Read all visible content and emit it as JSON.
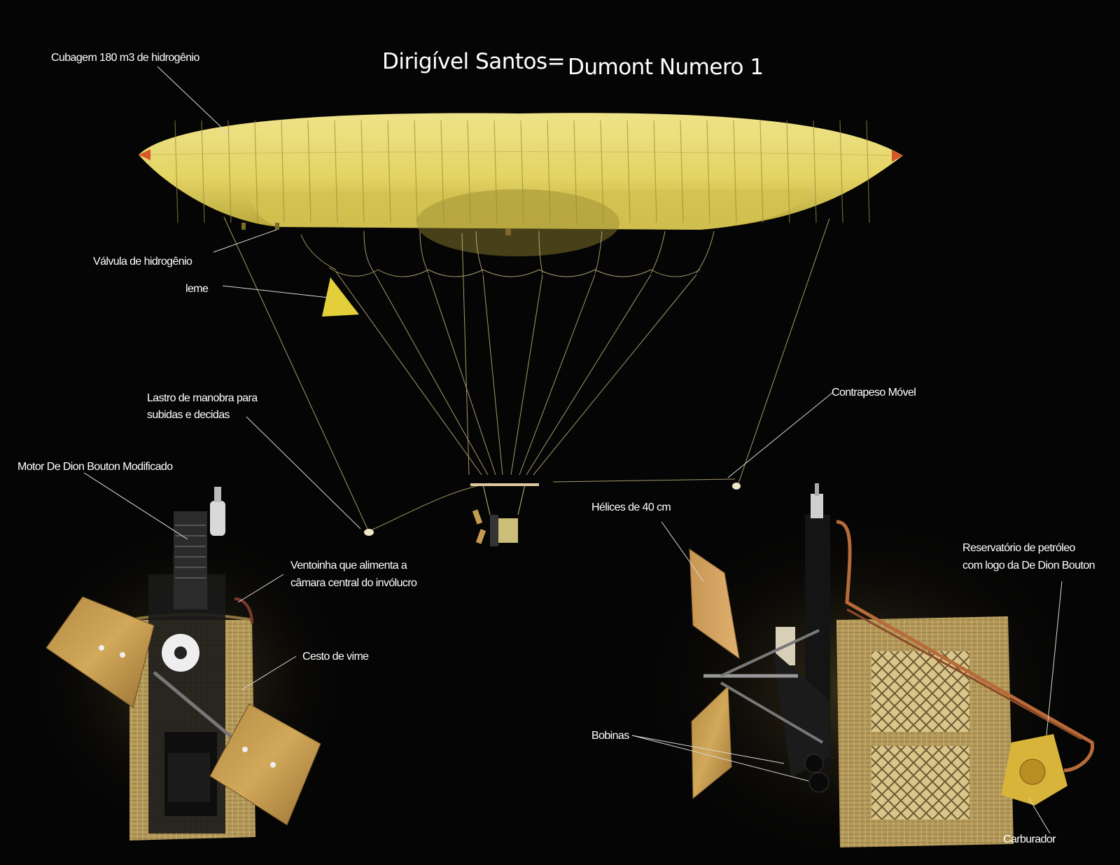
{
  "title": {
    "part1": "Dirigível Santos=",
    "part2": "Dumont Numero 1"
  },
  "labels": {
    "cubagem": "Cubagem 180 m3 de hidrogênio",
    "valvula": "Válvula de hidrogênio",
    "leme": "leme",
    "lastro_line1": "Lastro de manobra para",
    "lastro_line2": "subidas e decidas",
    "contrapeso": "Contrapeso Móvel",
    "motor": "Motor De Dion Bouton Modificado",
    "ventoinha_line1": "Ventoinha que alimenta a",
    "ventoinha_line2": "câmara central do invólucro",
    "cesto": "Cesto de vime",
    "helices": "Hélices de 40 cm",
    "bobinas": "Bobinas",
    "reservatorio_line1": "Reservatório de petróleo",
    "reservatorio_line2": "com logo da De Dion Bouton",
    "carburador": "Carburador"
  },
  "colors": {
    "background": "#050505",
    "envelope": "#e6d86a",
    "envelope_shadow": "#a99b32",
    "rudder": "#e3cf3a",
    "basket": "#b79a55",
    "propeller": "#c49a4e",
    "leader_line": "#d8d8d8"
  }
}
